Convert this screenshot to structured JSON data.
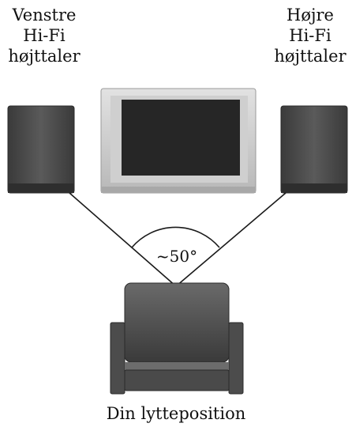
{
  "speakers": {
    "left_label": "Venstre\nHi-Fi\nhøjttaler",
    "right_label": "Højre\nHi-Fi\nhøjttaler"
  },
  "angle": {
    "label": "~50°"
  },
  "listener": {
    "label": "Din lytteposition"
  },
  "colors": {
    "speaker": "#4a4a4a",
    "tv_frame": "#c8c8c8",
    "tv_screen": "#2a2a2a",
    "chair": "#555555",
    "lines": "#1a1a1a"
  }
}
